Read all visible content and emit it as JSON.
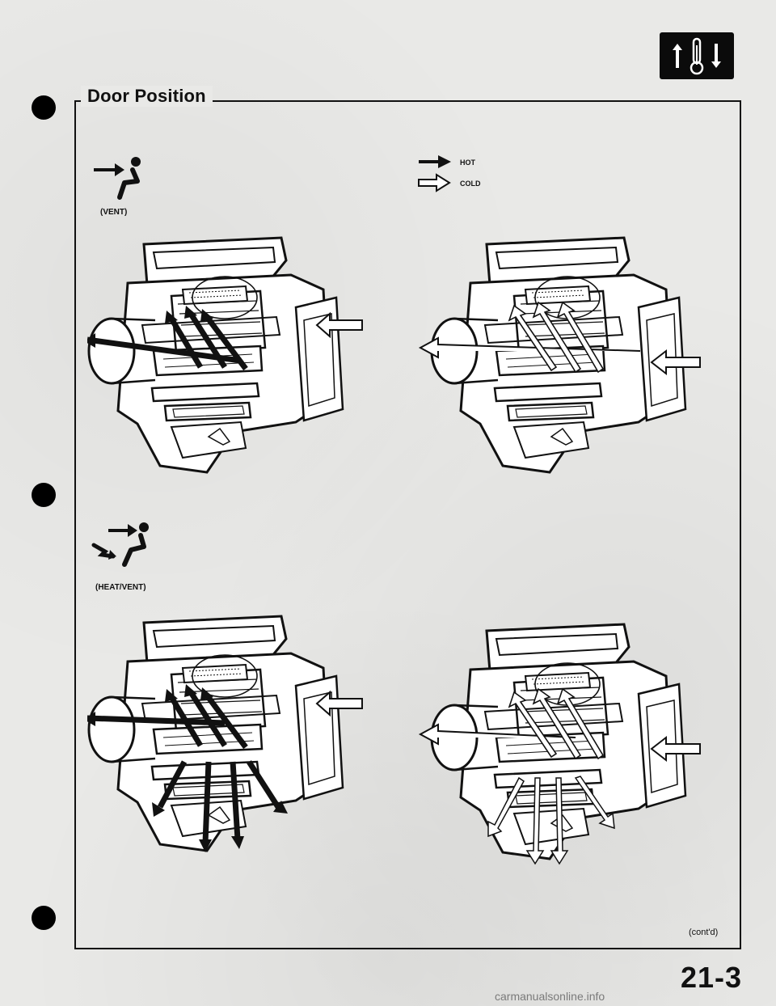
{
  "page": {
    "title": "Door Position",
    "continued": "(cont'd)",
    "page_number": "21-3",
    "watermark": "carmanualsonline.info"
  },
  "legend": {
    "hot": "HOT",
    "cold": "COLD"
  },
  "modes": [
    {
      "label": "(VENT)",
      "icon": "vent-mode-icon"
    },
    {
      "label": "(HEAT/VENT)",
      "icon": "heat-vent-mode-icon"
    }
  ],
  "icons": {
    "section": "heater-climate-section-icon"
  },
  "colors": {
    "ink": "#111111",
    "paper": "#e9e9e7",
    "housing": "#ffffff"
  }
}
